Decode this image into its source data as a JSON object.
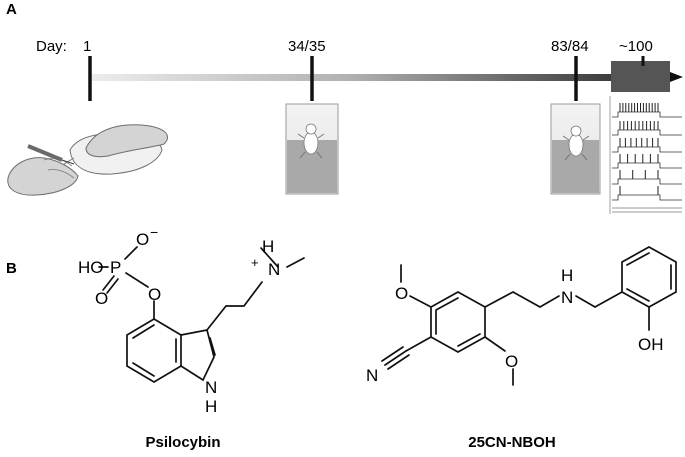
{
  "panel_a": {
    "label": "A",
    "day_label": "Day:",
    "timepoints": [
      "1",
      "34/35",
      "83/84",
      "~100"
    ]
  },
  "panel_b": {
    "label": "B",
    "compounds": [
      {
        "name": "Psilocybin",
        "atoms": {
          "ho": "HO",
          "p": "P",
          "o_minus": "O",
          "minus": "−",
          "o_double": "O",
          "o_ester": "O",
          "n_plus": "N",
          "h_on_n": "H",
          "plus": "+",
          "n_ring": "N",
          "h_ring": "H"
        }
      },
      {
        "name": "25CN-NBOH",
        "atoms": {
          "o_top": "O",
          "o_bottom": "O",
          "n_nitrile": "N",
          "n_amine": "N",
          "h_amine": "H",
          "oh": "OH"
        }
      }
    ]
  },
  "colors": {
    "bar_dark": "#555555",
    "water": "#a9a9a9",
    "ink": "#111111"
  }
}
